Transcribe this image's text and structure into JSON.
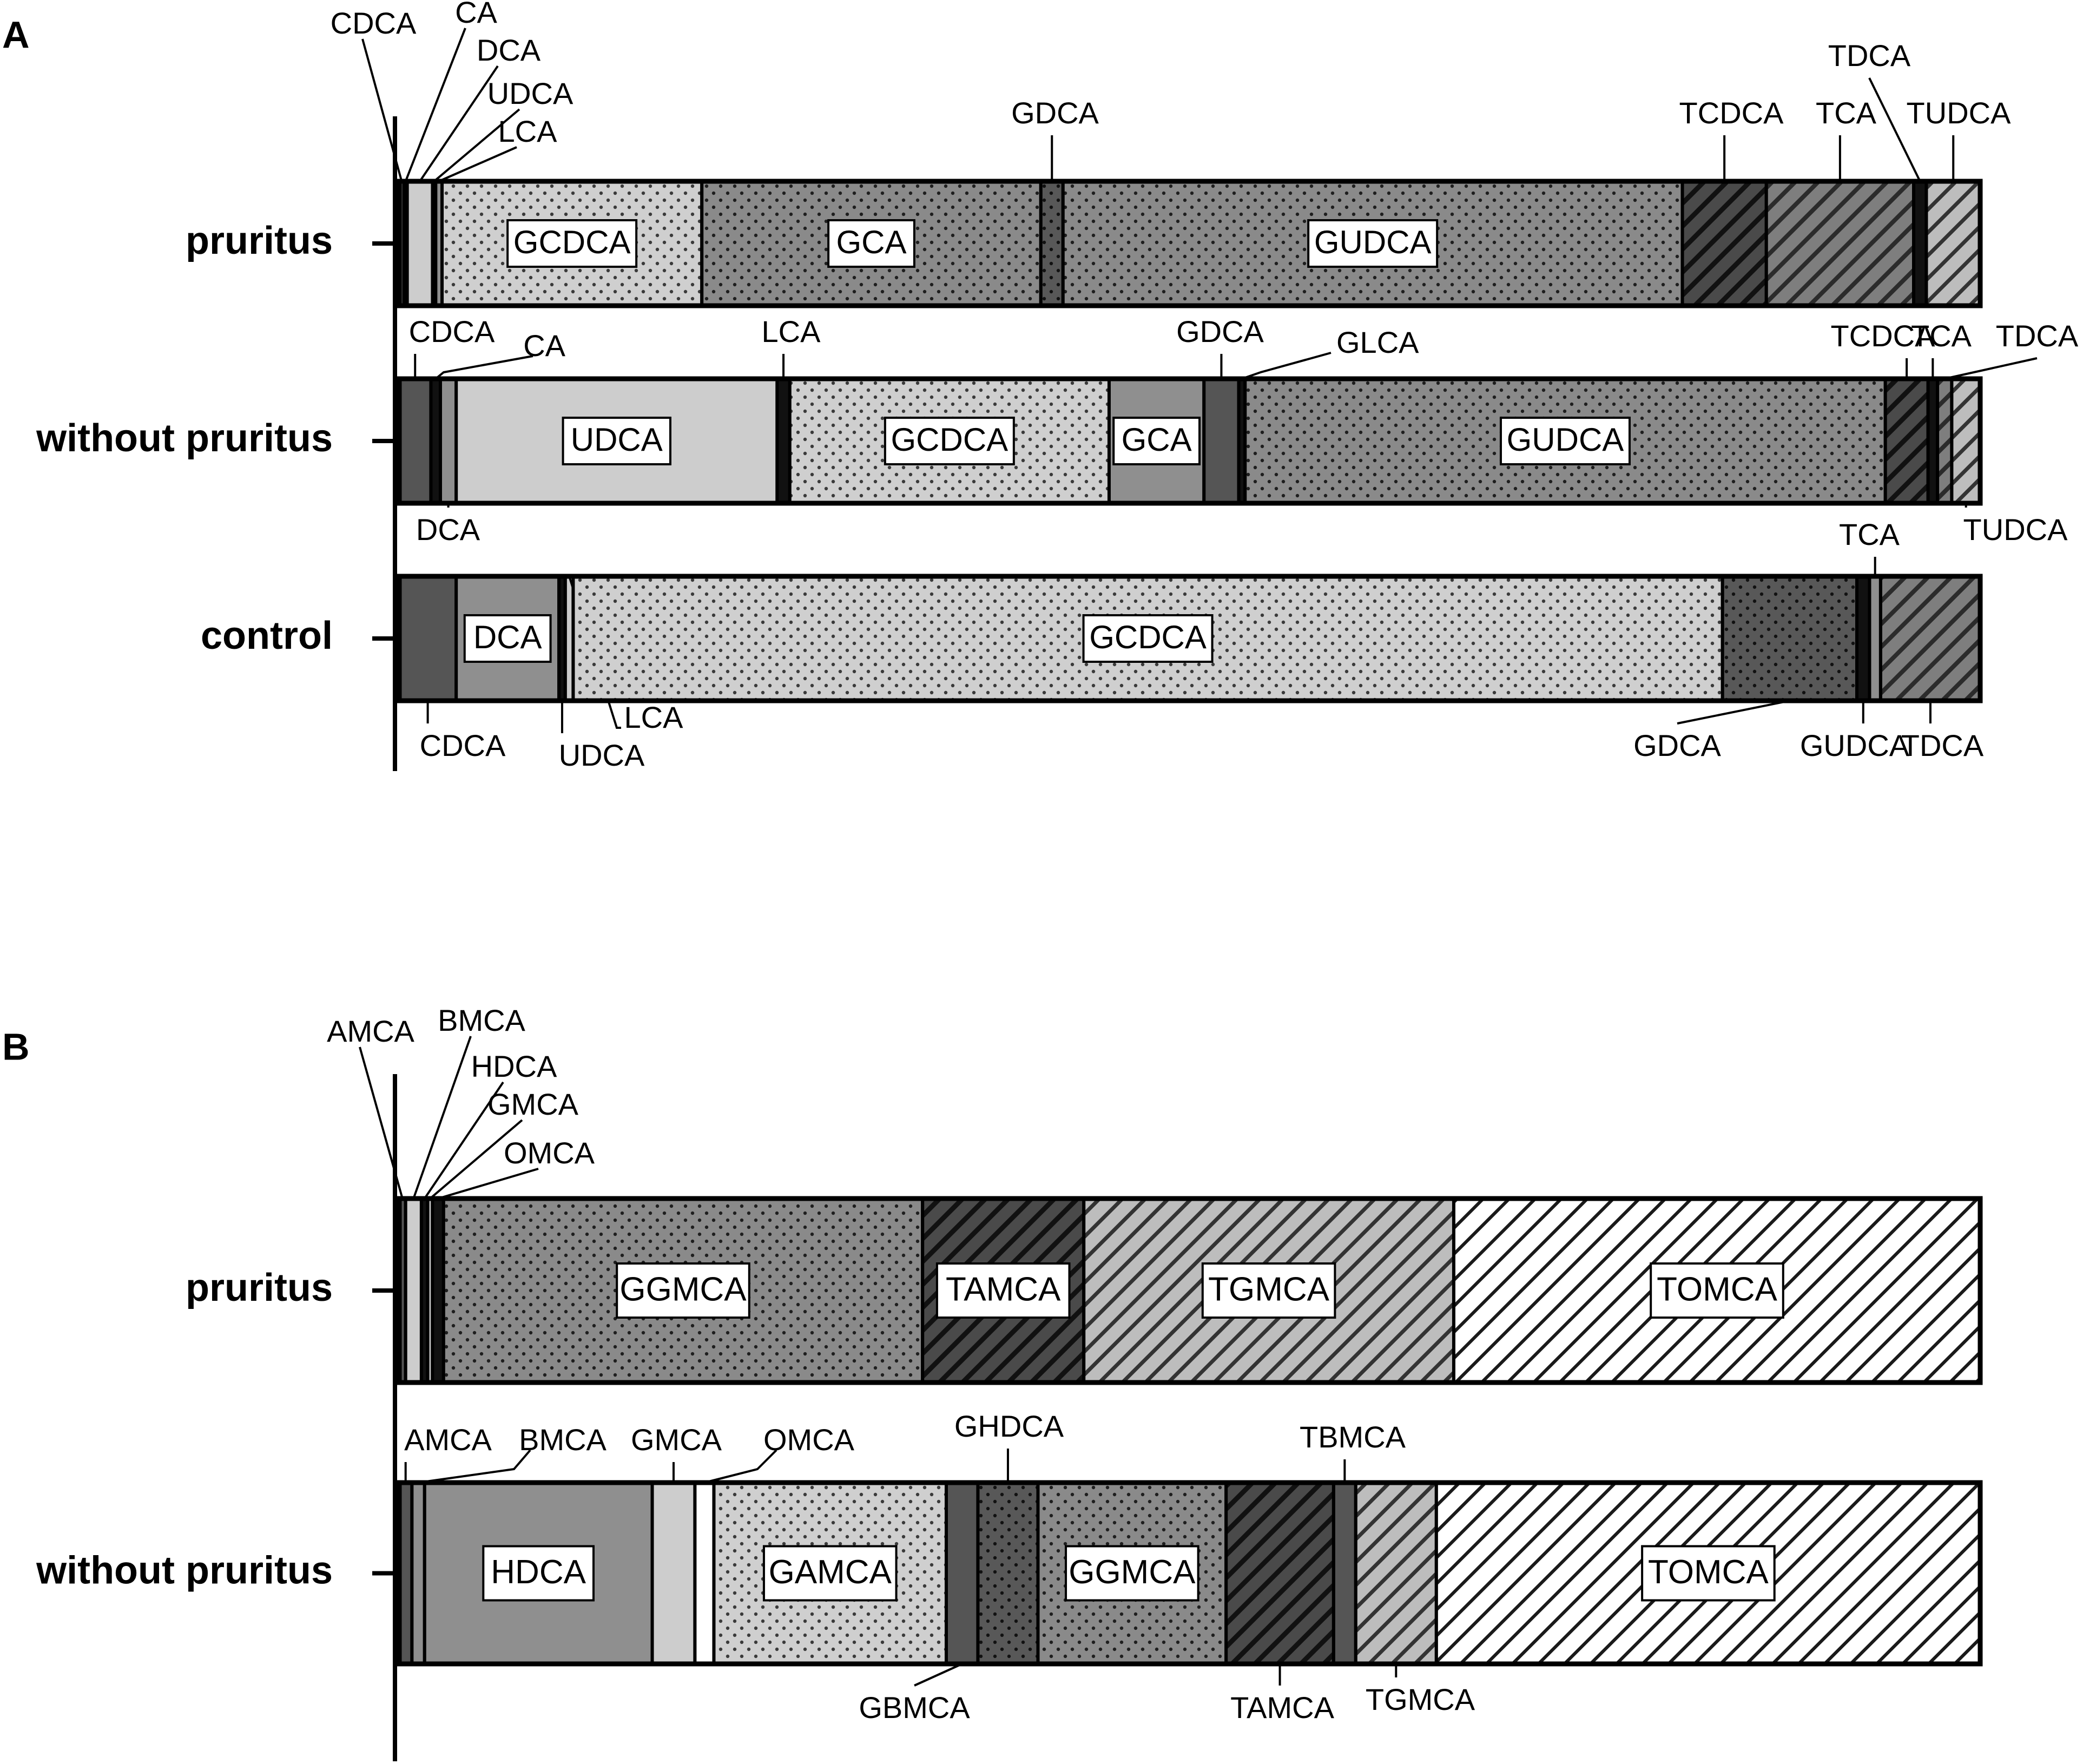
{
  "chart_data": [
    {
      "type": "bar",
      "orientation": "horizontal-stacked-100",
      "panel_label": "A",
      "categories": [
        "pruritus",
        "without pruritus",
        "control"
      ],
      "rows": [
        {
          "name": "pruritus",
          "segments": [
            {
              "label": "CDCA",
              "value": 0.3,
              "pattern": "dark"
            },
            {
              "label": "CA",
              "value": 0.2,
              "pattern": "black"
            },
            {
              "label": "DCA",
              "value": 1.6,
              "pattern": "light"
            },
            {
              "label": "UDCA",
              "value": 0.2,
              "pattern": "black"
            },
            {
              "label": "LCA",
              "value": 0.4,
              "pattern": "medium"
            },
            {
              "label": "GCDCA",
              "value": 16.4,
              "pattern": "dots-light",
              "boxed": true
            },
            {
              "label": "GCA",
              "value": 21.4,
              "pattern": "dots-medium",
              "boxed": true
            },
            {
              "label": "GDCA",
              "value": 1.4,
              "pattern": "dots-dark"
            },
            {
              "label": "GUDCA",
              "value": 39.1,
              "pattern": "dots-medium",
              "boxed": true
            },
            {
              "label": "TCDCA",
              "value": 5.3,
              "pattern": "hatch-dark"
            },
            {
              "label": "TCA",
              "value": 9.3,
              "pattern": "hatch-medium"
            },
            {
              "label": "TDCA",
              "value": 0.8,
              "pattern": "black"
            },
            {
              "label": "TUDCA",
              "value": 3.4,
              "pattern": "hatch-light"
            }
          ]
        },
        {
          "name": "without pruritus",
          "segments": [
            {
              "label": "CDCA",
              "value": 2.0,
              "pattern": "dark"
            },
            {
              "label": "CA",
              "value": 0.6,
              "pattern": "black"
            },
            {
              "label": "DCA",
              "value": 1.0,
              "pattern": "medium"
            },
            {
              "label": "UDCA",
              "value": 20.3,
              "pattern": "light",
              "boxed": true
            },
            {
              "label": "LCA",
              "value": 0.8,
              "pattern": "black"
            },
            {
              "label": "GCDCA",
              "value": 20.2,
              "pattern": "dots-light",
              "boxed": true
            },
            {
              "label": "GCA",
              "value": 6.0,
              "pattern": "medium",
              "boxed": true
            },
            {
              "label": "GDCA",
              "value": 2.2,
              "pattern": "dark"
            },
            {
              "label": "GLCA",
              "value": 0.4,
              "pattern": "black"
            },
            {
              "label": "GUDCA",
              "value": 40.5,
              "pattern": "dots-medium",
              "boxed": true
            },
            {
              "label": "TCDCA",
              "value": 2.7,
              "pattern": "hatch-dark"
            },
            {
              "label": "TCA",
              "value": 0.6,
              "pattern": "black"
            },
            {
              "label": "TDCA",
              "value": 0.9,
              "pattern": "hatch-medium"
            },
            {
              "label": "TUDCA",
              "value": 1.8,
              "pattern": "hatch-light"
            }
          ]
        },
        {
          "name": "control",
          "segments": [
            {
              "label": "CDCA",
              "value": 3.6,
              "pattern": "dark"
            },
            {
              "label": "DCA",
              "value": 6.5,
              "pattern": "medium",
              "boxed": true
            },
            {
              "label": "UDCA",
              "value": 0.4,
              "pattern": "black"
            },
            {
              "label": "LCA",
              "value": 0.5,
              "pattern": "light"
            },
            {
              "label": "GCDCA",
              "value": 72.7,
              "pattern": "dots-light",
              "boxed": true
            },
            {
              "label": "GDCA",
              "value": 8.5,
              "pattern": "dots-dark"
            },
            {
              "label": "GUDCA",
              "value": 0.8,
              "pattern": "black"
            },
            {
              "label": "TCA",
              "value": 0.7,
              "pattern": "medium"
            },
            {
              "label": "TDCA",
              "value": 6.3,
              "pattern": "hatch-medium"
            }
          ]
        }
      ]
    },
    {
      "type": "bar",
      "orientation": "horizontal-stacked-100",
      "panel_label": "B",
      "categories": [
        "pruritus",
        "without pruritus"
      ],
      "rows": [
        {
          "name": "pruritus",
          "segments": [
            {
              "label": "AMCA",
              "value": 0.4,
              "pattern": "dark"
            },
            {
              "label": "BMCA",
              "value": 1.0,
              "pattern": "light"
            },
            {
              "label": "HDCA",
              "value": 0.4,
              "pattern": "black"
            },
            {
              "label": "GMCA",
              "value": 0.3,
              "pattern": "light"
            },
            {
              "label": "OMCA",
              "value": 0.7,
              "pattern": "black"
            },
            {
              "label": "GGMCA",
              "value": 30.3,
              "pattern": "dots-medium",
              "boxed": true
            },
            {
              "label": "TAMCA",
              "value": 10.2,
              "pattern": "hatch-dark",
              "boxed": true
            },
            {
              "label": "TGMCA",
              "value": 23.4,
              "pattern": "hatch-light",
              "boxed": true
            },
            {
              "label": "TOMCA",
              "value": 33.3,
              "pattern": "hatch-white",
              "boxed": true
            }
          ]
        },
        {
          "name": "without pruritus",
          "segments": [
            {
              "label": "AMCA",
              "value": 0.8,
              "pattern": "dark"
            },
            {
              "label": "BMCA",
              "value": 0.8,
              "pattern": "medium"
            },
            {
              "label": "HDCA",
              "value": 14.4,
              "pattern": "medium",
              "boxed": true
            },
            {
              "label": "GMCA",
              "value": 2.7,
              "pattern": "light"
            },
            {
              "label": "OMCA",
              "value": 1.2,
              "pattern": "white"
            },
            {
              "label": "GAMCA",
              "value": 14.7,
              "pattern": "dots-light",
              "boxed": true
            },
            {
              "label": "GBMCA",
              "value": 2.0,
              "pattern": "dark"
            },
            {
              "label": "GHDCA",
              "value": 3.8,
              "pattern": "dots-dark"
            },
            {
              "label": "GGMCA",
              "value": 11.9,
              "pattern": "dots-medium",
              "boxed": true
            },
            {
              "label": "TAMCA",
              "value": 6.8,
              "pattern": "hatch-dark"
            },
            {
              "label": "TBMCA",
              "value": 1.4,
              "pattern": "dark"
            },
            {
              "label": "TGMCA",
              "value": 5.1,
              "pattern": "hatch-light"
            },
            {
              "label": "TOMCA",
              "value": 34.4,
              "pattern": "hatch-white",
              "boxed": true
            }
          ]
        }
      ]
    }
  ]
}
